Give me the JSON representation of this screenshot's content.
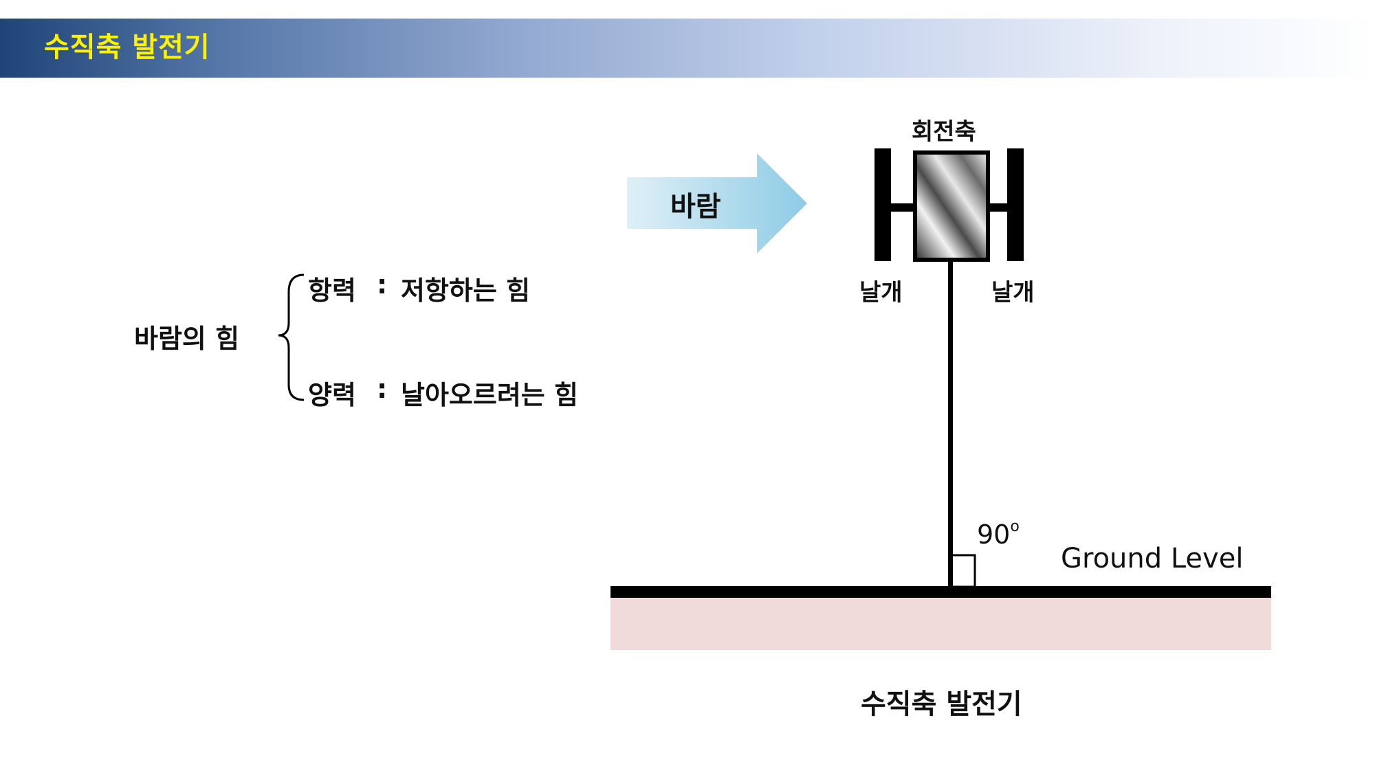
{
  "header": {
    "title": "수직축 발전기"
  },
  "forces": {
    "root": "바람의 힘",
    "drag": {
      "label": "항력",
      "separator": ":",
      "description": "저항하는 힘"
    },
    "lift": {
      "label": "양력",
      "separator": ":",
      "description": "날아오르려는 힘"
    }
  },
  "diagram": {
    "wind_label": "바람",
    "axis_label": "회전축",
    "blade_left_label": "날개",
    "blade_right_label": "날개",
    "angle_value": "90",
    "angle_unit": "o",
    "ground_label": "Ground Level",
    "caption": "수직축 발전기"
  },
  "colors": {
    "header_gradient_start": "#1f4477",
    "header_gradient_end": "#ffffff",
    "header_text": "#fff200",
    "wind_arrow_start": "#dff0f6",
    "wind_arrow_end": "#8ecbe6",
    "ground_fill": "#f0dada",
    "line": "#000000"
  }
}
